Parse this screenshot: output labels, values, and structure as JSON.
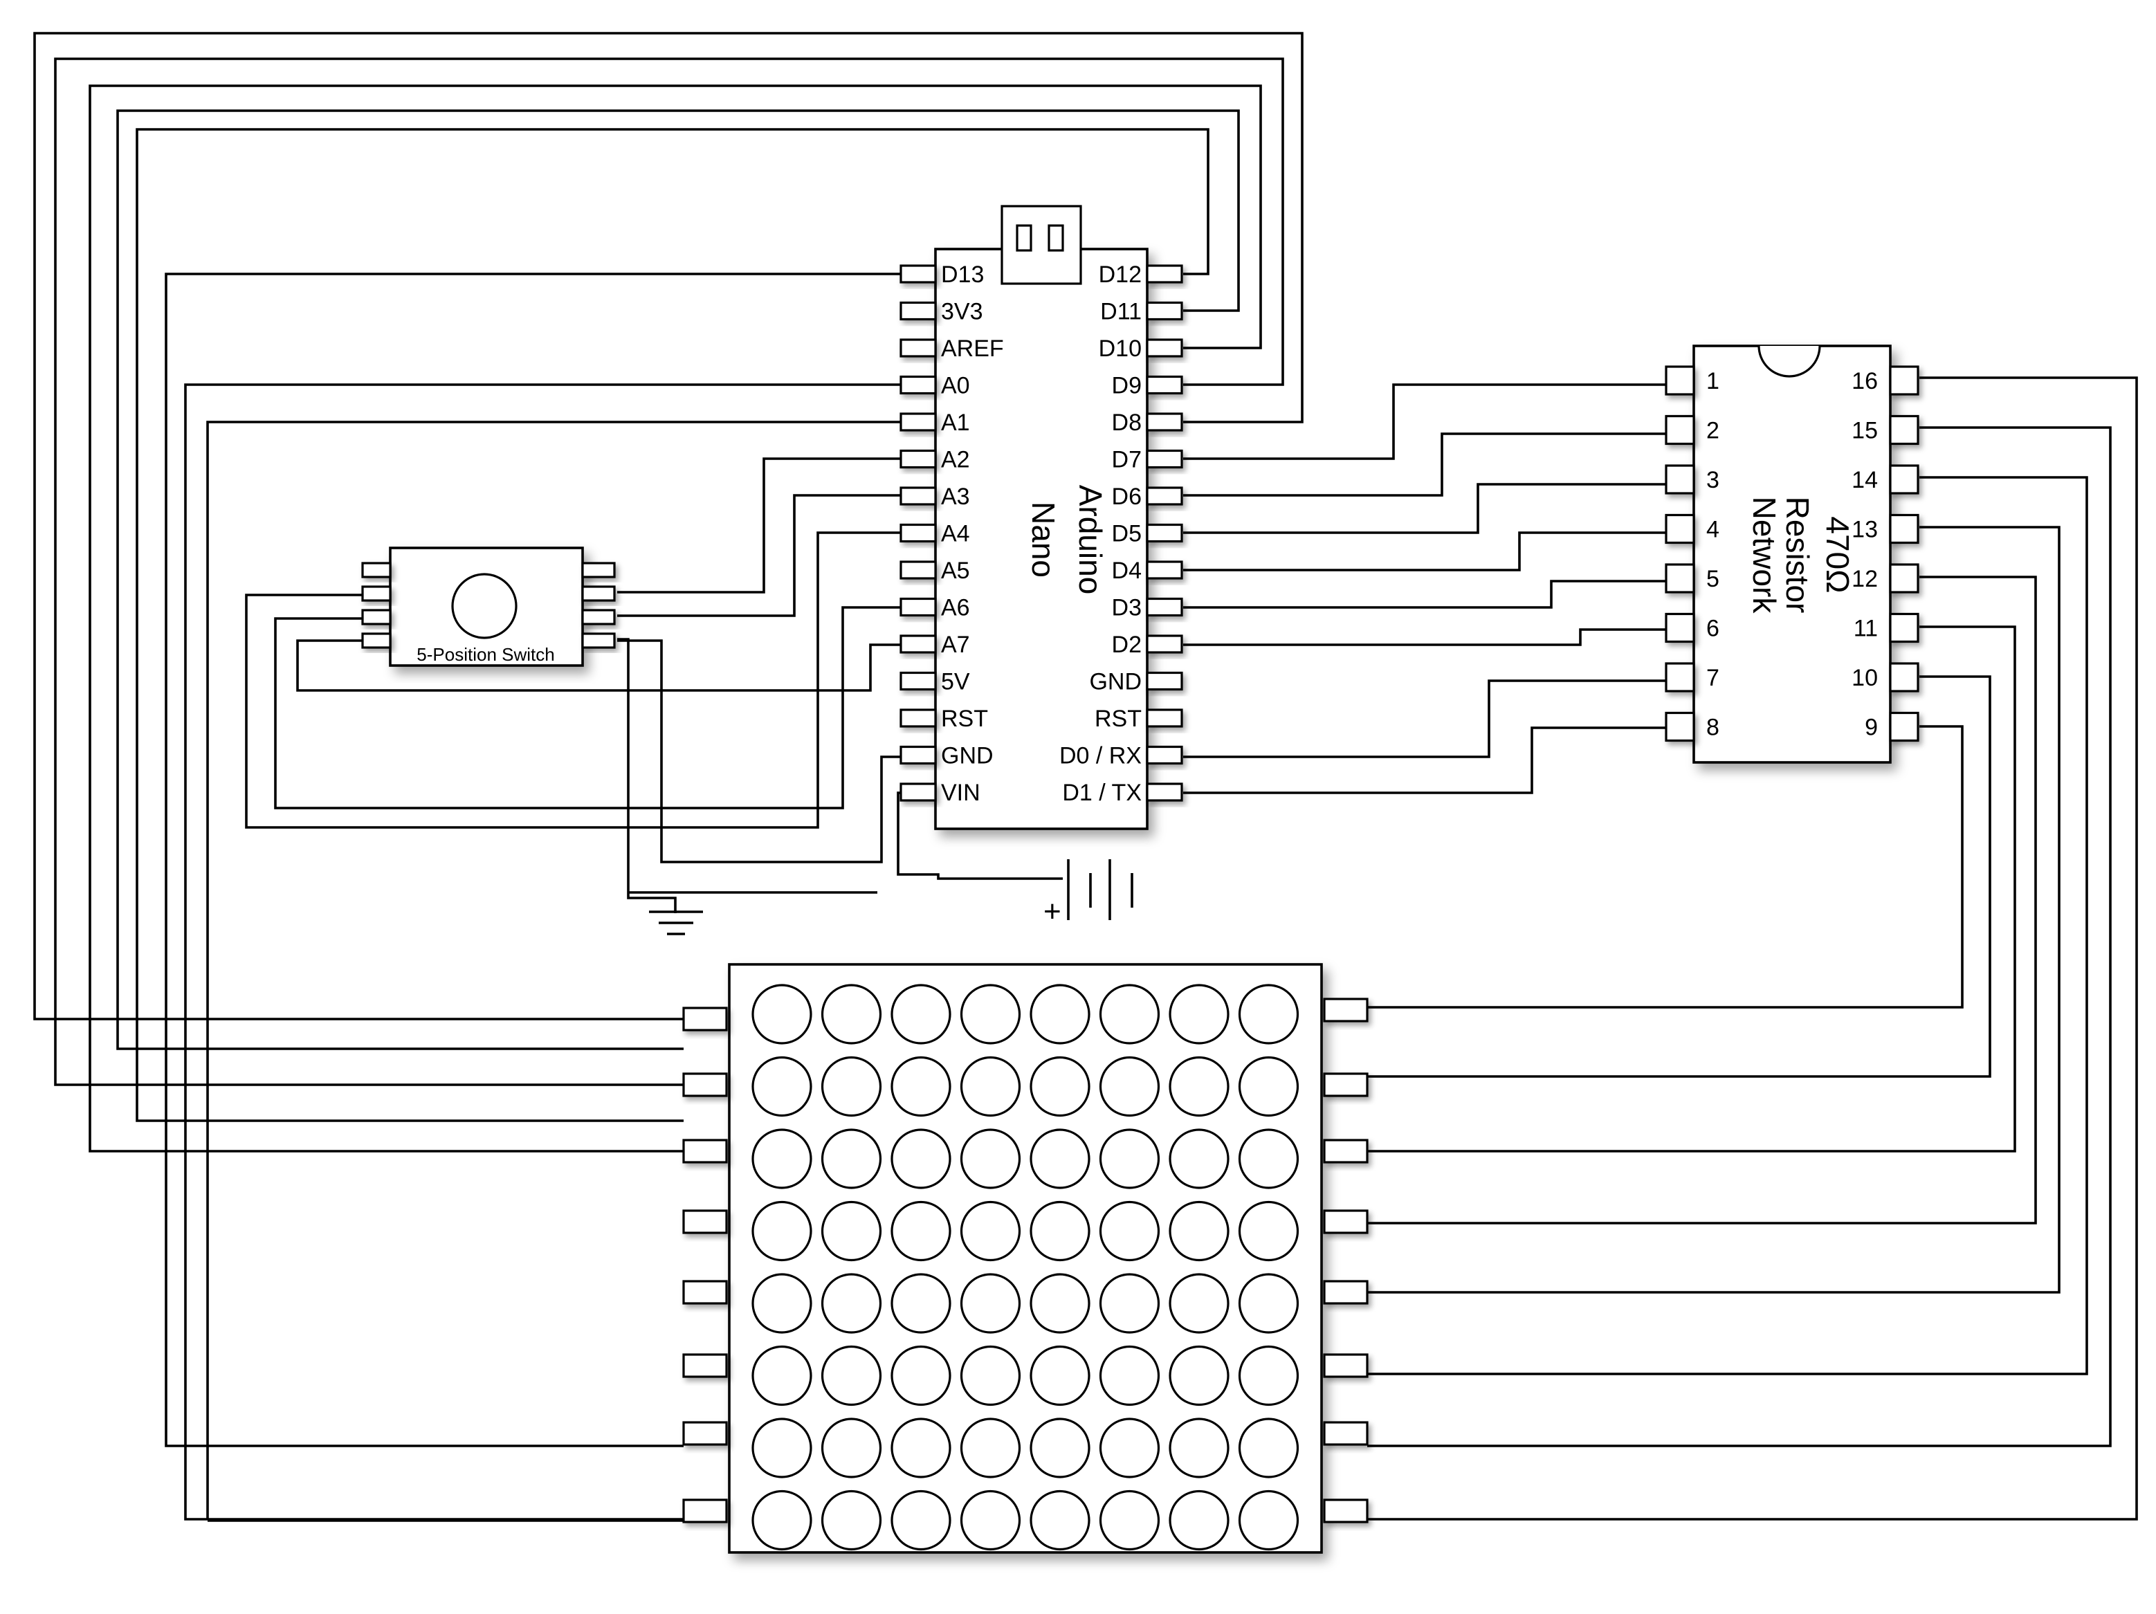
{
  "arduino": {
    "title_line1": "Arduino",
    "title_line2": "Nano",
    "left_pins": [
      "D13",
      "3V3",
      "AREF",
      "A0",
      "A1",
      "A2",
      "A3",
      "A4",
      "A5",
      "A6",
      "A7",
      "5V",
      "RST",
      "GND",
      "VIN"
    ],
    "right_pins": [
      "D12",
      "D11",
      "D10",
      "D9",
      "D8",
      "D7",
      "D6",
      "D5",
      "D4",
      "D3",
      "D2",
      "GND",
      "RST",
      "D0 / RX",
      "D1 / TX"
    ]
  },
  "resistor_network": {
    "title_line1": "470Ω",
    "title_line2": "Resistor",
    "title_line3": "Network",
    "left_pins": [
      "1",
      "2",
      "3",
      "4",
      "5",
      "6",
      "7",
      "8"
    ],
    "right_pins": [
      "16",
      "15",
      "14",
      "13",
      "12",
      "11",
      "10",
      "9"
    ]
  },
  "switch": {
    "label": "5-Position Switch"
  },
  "battery": {
    "plus_label": "+"
  },
  "led_matrix": {
    "rows": 8,
    "cols": 8
  }
}
